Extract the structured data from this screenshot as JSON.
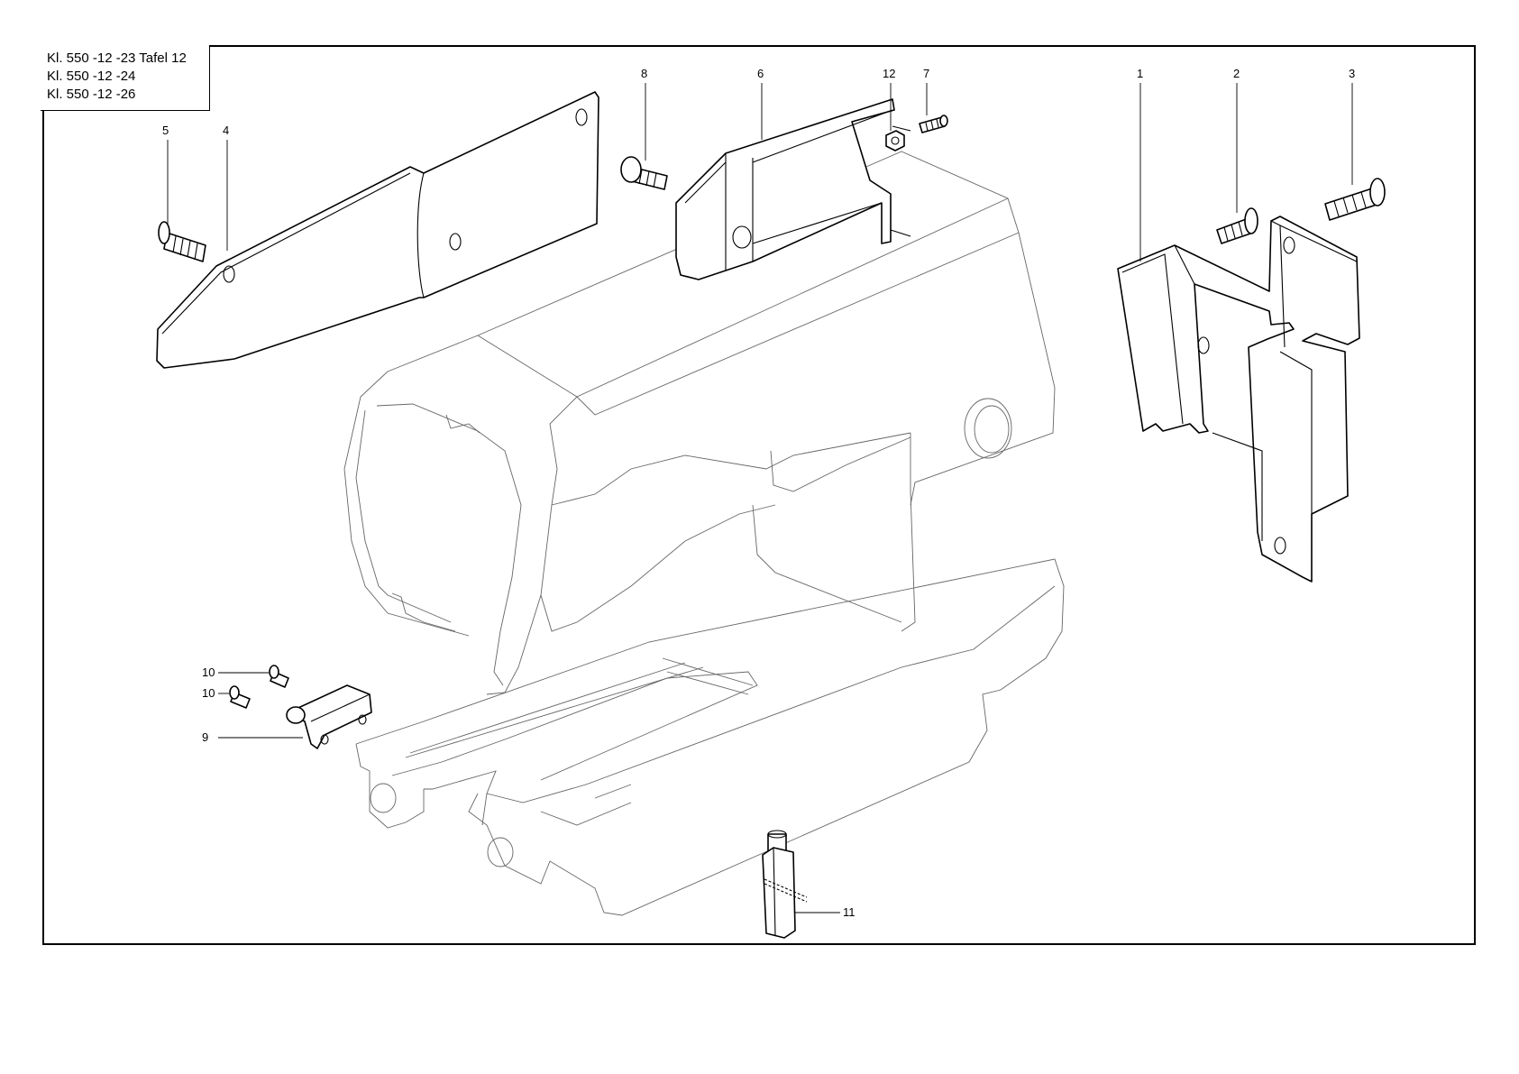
{
  "title_block": {
    "lines": [
      "Kl. 550 -12 -23  Tafel 12",
      "Kl. 550 -12 -24",
      "Kl. 550 -12 -26"
    ]
  },
  "callouts": {
    "p1": "1",
    "p2": "2",
    "p3": "3",
    "p4": "4",
    "p5": "5",
    "p6": "6",
    "p7": "7",
    "p8": "8",
    "p9": "9",
    "p10a": "10",
    "p10b": "10",
    "p11": "11",
    "p12": "12"
  }
}
